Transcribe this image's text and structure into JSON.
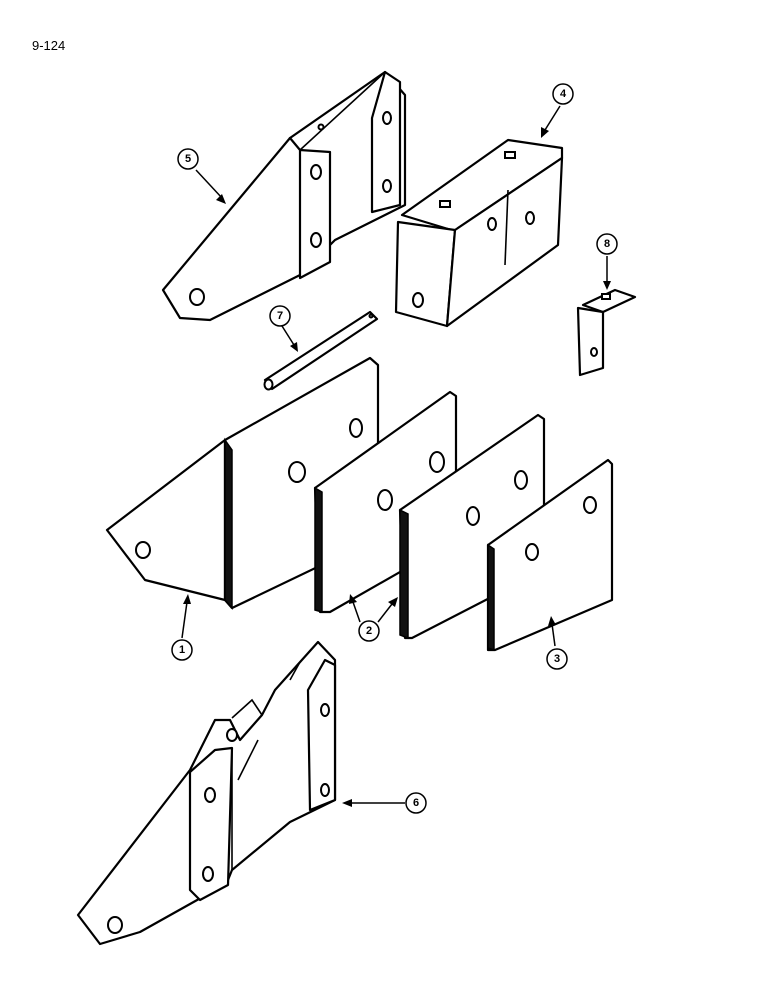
{
  "page_number": "9-124",
  "callouts": {
    "c1": "1",
    "c2": "2",
    "c3": "3",
    "c4": "4",
    "c5": "5",
    "c6": "6",
    "c7": "7",
    "c8": "8"
  }
}
